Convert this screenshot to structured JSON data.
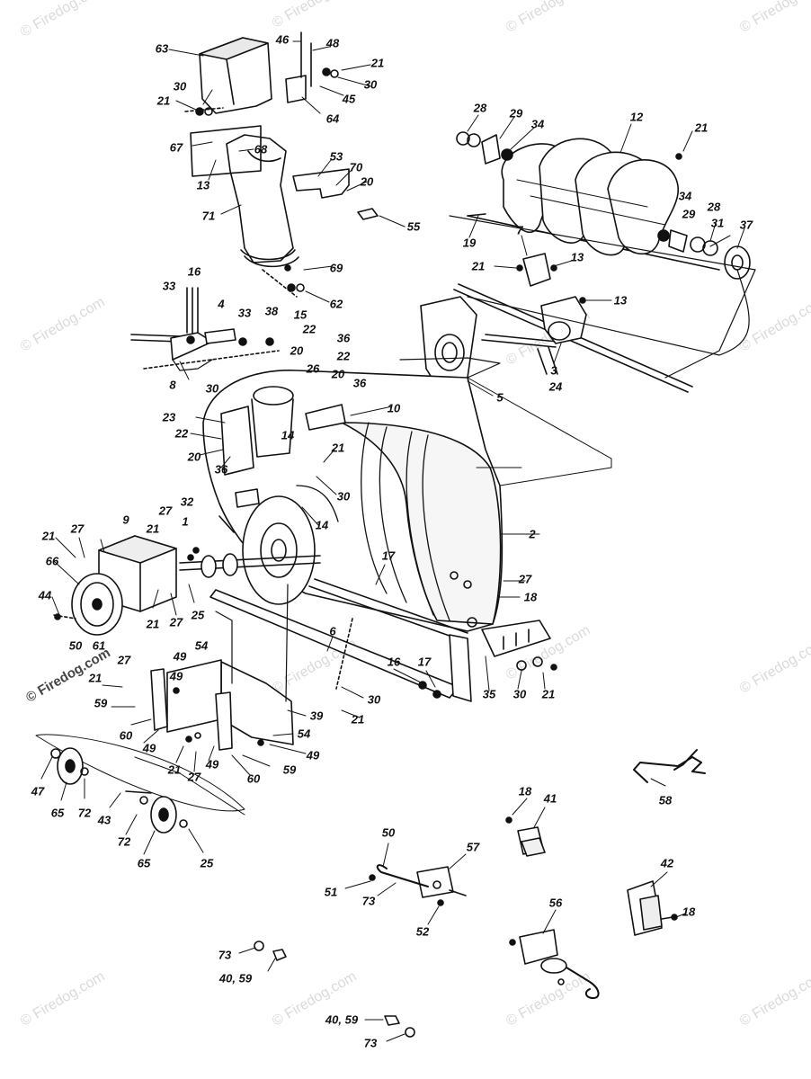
{
  "watermark_text": "© Firedog.com",
  "copyright_text": "© Firedog.com",
  "callouts": {
    "c63": "63",
    "c46": "46",
    "c48": "48",
    "c21": "21",
    "c30": "30",
    "c45": "45",
    "c64": "64",
    "c12": "12",
    "c28": "28",
    "c29": "29",
    "c34": "34",
    "c67": "67",
    "c68": "68",
    "c13": "13",
    "c53": "53",
    "c70": "70",
    "c20": "20",
    "c71": "71",
    "c55": "55",
    "c19": "19",
    "c7": "7",
    "c31": "31",
    "c37": "37",
    "c69": "69",
    "c62": "62",
    "c16": "16",
    "c33": "33",
    "c4": "4",
    "c38": "38",
    "c15": "15",
    "c22": "22",
    "c36": "36",
    "c26": "26",
    "c3": "3",
    "c24": "24",
    "c5": "5",
    "c8": "8",
    "c10": "10",
    "c23": "23",
    "c14": "14",
    "c32": "32",
    "c27": "27",
    "c9": "9",
    "c1": "1",
    "c2": "2",
    "c66": "66",
    "c44": "44",
    "c25": "25",
    "c17": "17",
    "c18": "18",
    "c50": "50",
    "c61": "61",
    "c6": "6",
    "c49": "49",
    "c54": "54",
    "c35": "35",
    "c59": "59",
    "c39": "39",
    "c60": "60",
    "c47": "47",
    "c65": "65",
    "c72": "72",
    "c43": "43",
    "c58": "58",
    "c41": "41",
    "c57": "57",
    "c51": "51",
    "c73": "73",
    "c52": "52",
    "c42": "42",
    "c56": "56",
    "c40_59": "40, 59"
  },
  "colors": {
    "line": "#111111",
    "fill": "#ffffff",
    "shade": "#d8d8d8",
    "watermark": "#9a9a9a"
  }
}
